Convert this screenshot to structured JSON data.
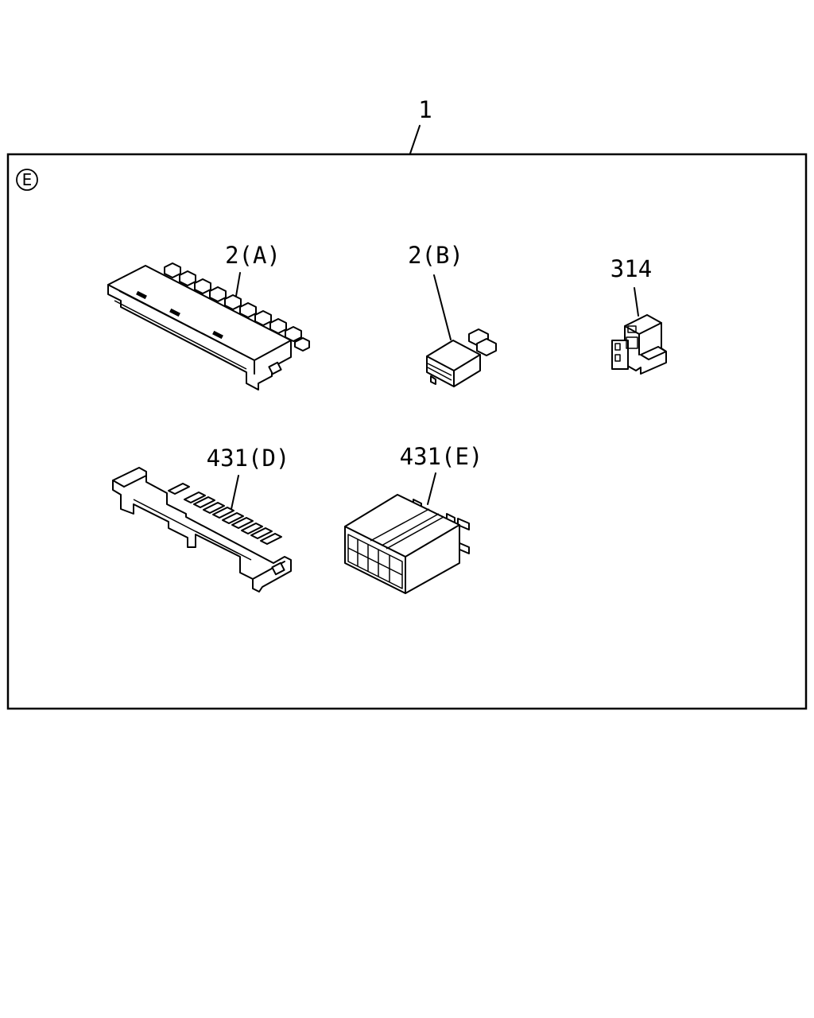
{
  "assembly_label": "1",
  "variant_mark": "E",
  "parts": [
    {
      "id": "2a",
      "label": "2(A)"
    },
    {
      "id": "2b",
      "label": "2(B)"
    },
    {
      "id": "314",
      "label": "314"
    },
    {
      "id": "431d",
      "label": "431(D)"
    },
    {
      "id": "431e",
      "label": "431(E)"
    }
  ]
}
